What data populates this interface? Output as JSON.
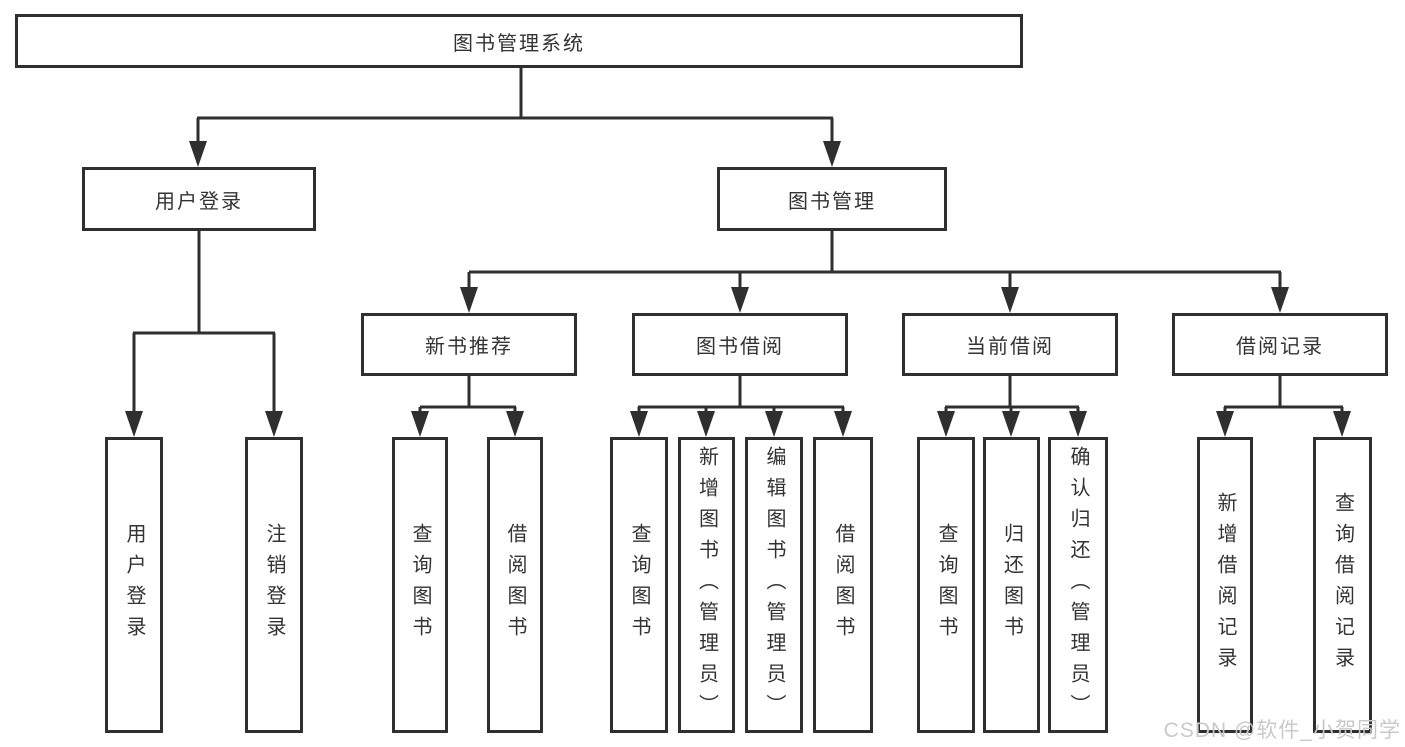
{
  "colors": {
    "line": "#2f2f2f",
    "border": "#2f2f2f",
    "text": "#333333",
    "background": "#ffffff",
    "watermark_text_color": "#c9c9c9"
  },
  "watermark": {
    "text": "CSDN @软件_小贺同学"
  },
  "diagram": {
    "root": {
      "label": "图书管理系统"
    },
    "branches": [
      {
        "label": "用户登录",
        "children": [
          {
            "label": "用户登录"
          },
          {
            "label": "注销登录"
          }
        ]
      },
      {
        "label": "图书管理",
        "children": [
          {
            "label": "新书推荐",
            "children": [
              {
                "label": "查询图书"
              },
              {
                "label": "借阅图书"
              }
            ]
          },
          {
            "label": "图书借阅",
            "children": [
              {
                "label": "查询图书"
              },
              {
                "label": "新增图书（管理员）"
              },
              {
                "label": "编辑图书（管理员）"
              },
              {
                "label": "借阅图书"
              }
            ]
          },
          {
            "label": "当前借阅",
            "children": [
              {
                "label": "查询图书"
              },
              {
                "label": "归还图书"
              },
              {
                "label": "确认归还（管理员）"
              }
            ]
          },
          {
            "label": "借阅记录",
            "children": [
              {
                "label": "新增借阅记录"
              },
              {
                "label": "查询借阅记录"
              }
            ]
          }
        ]
      }
    ]
  }
}
